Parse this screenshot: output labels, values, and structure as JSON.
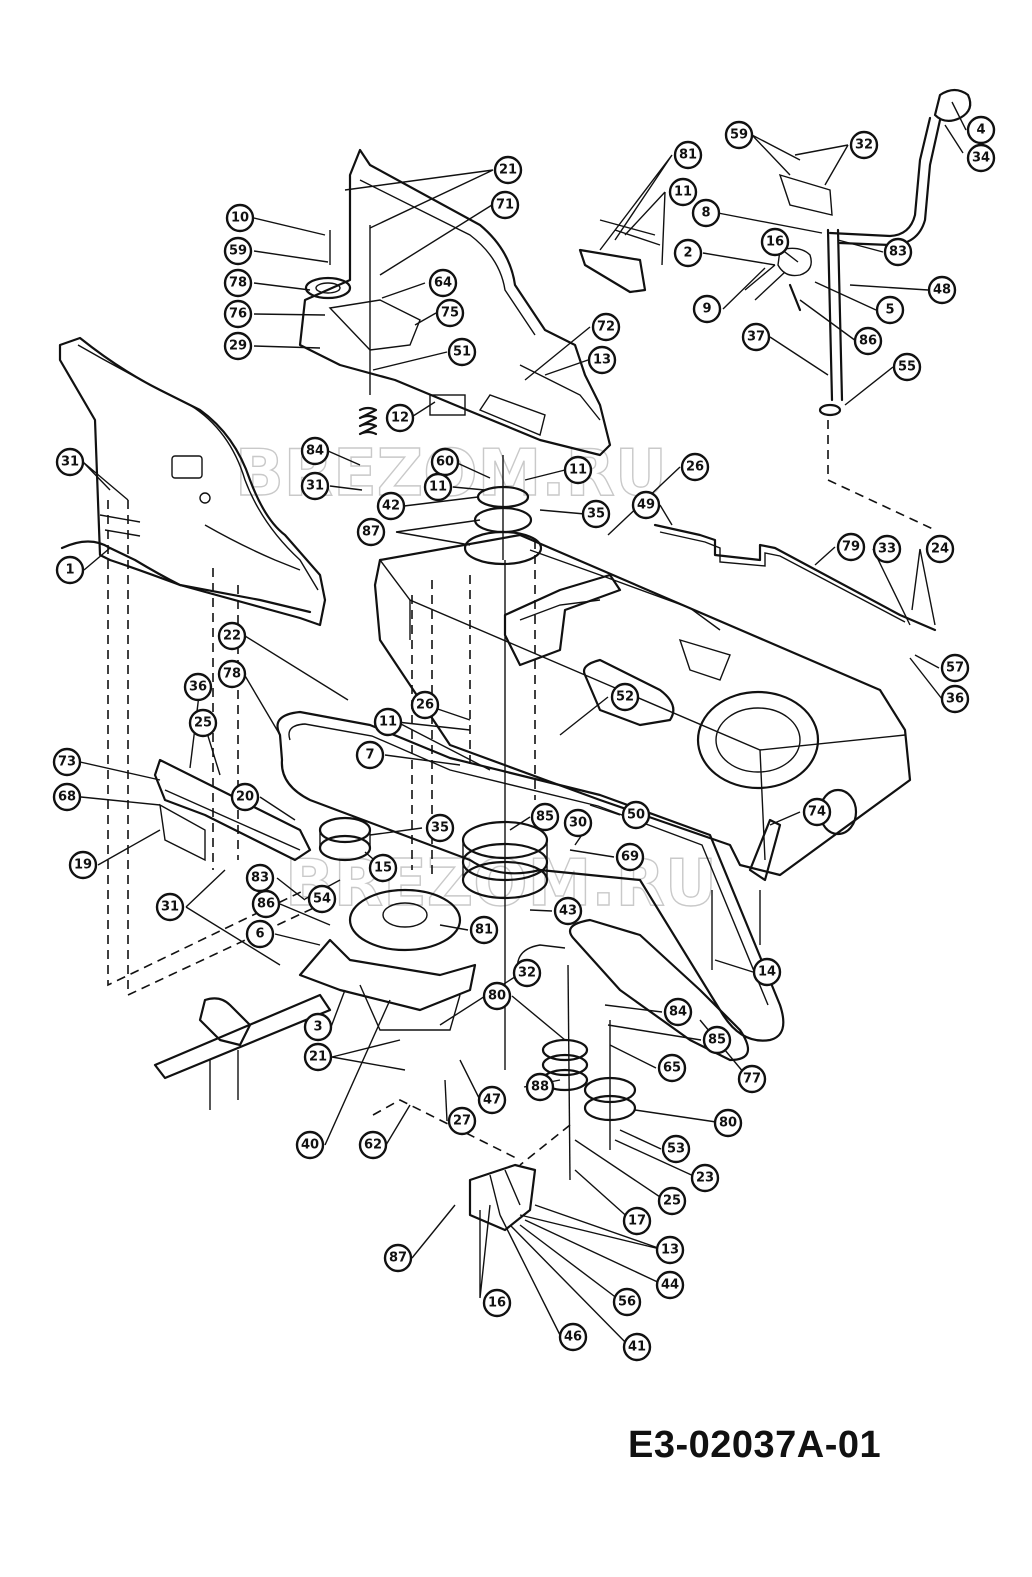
{
  "drawing_code": "E3-02037A-01",
  "watermarks": [
    "BREZOM.RU",
    "BREZOM.RU"
  ],
  "callouts": [
    "4",
    "34",
    "59",
    "32",
    "81",
    "21",
    "71",
    "11",
    "10",
    "8",
    "16",
    "2",
    "83",
    "48",
    "59",
    "78",
    "64",
    "75",
    "9",
    "5",
    "76",
    "86",
    "29",
    "72",
    "13",
    "37",
    "55",
    "51",
    "12",
    "84",
    "60",
    "11",
    "26",
    "31",
    "31",
    "11",
    "42",
    "35",
    "87",
    "49",
    "79",
    "33",
    "24",
    "1",
    "57",
    "36",
    "22",
    "78",
    "52",
    "36",
    "25",
    "11",
    "26",
    "7",
    "73",
    "68",
    "20",
    "35",
    "85",
    "30",
    "50",
    "74",
    "19",
    "15",
    "69",
    "83",
    "54",
    "31",
    "86",
    "6",
    "81",
    "43",
    "14",
    "32",
    "80",
    "3",
    "84",
    "85",
    "21",
    "65",
    "77",
    "47",
    "88",
    "27",
    "80",
    "53",
    "40",
    "62",
    "23",
    "25",
    "17",
    "87",
    "13",
    "44",
    "56",
    "16",
    "46",
    "41"
  ]
}
